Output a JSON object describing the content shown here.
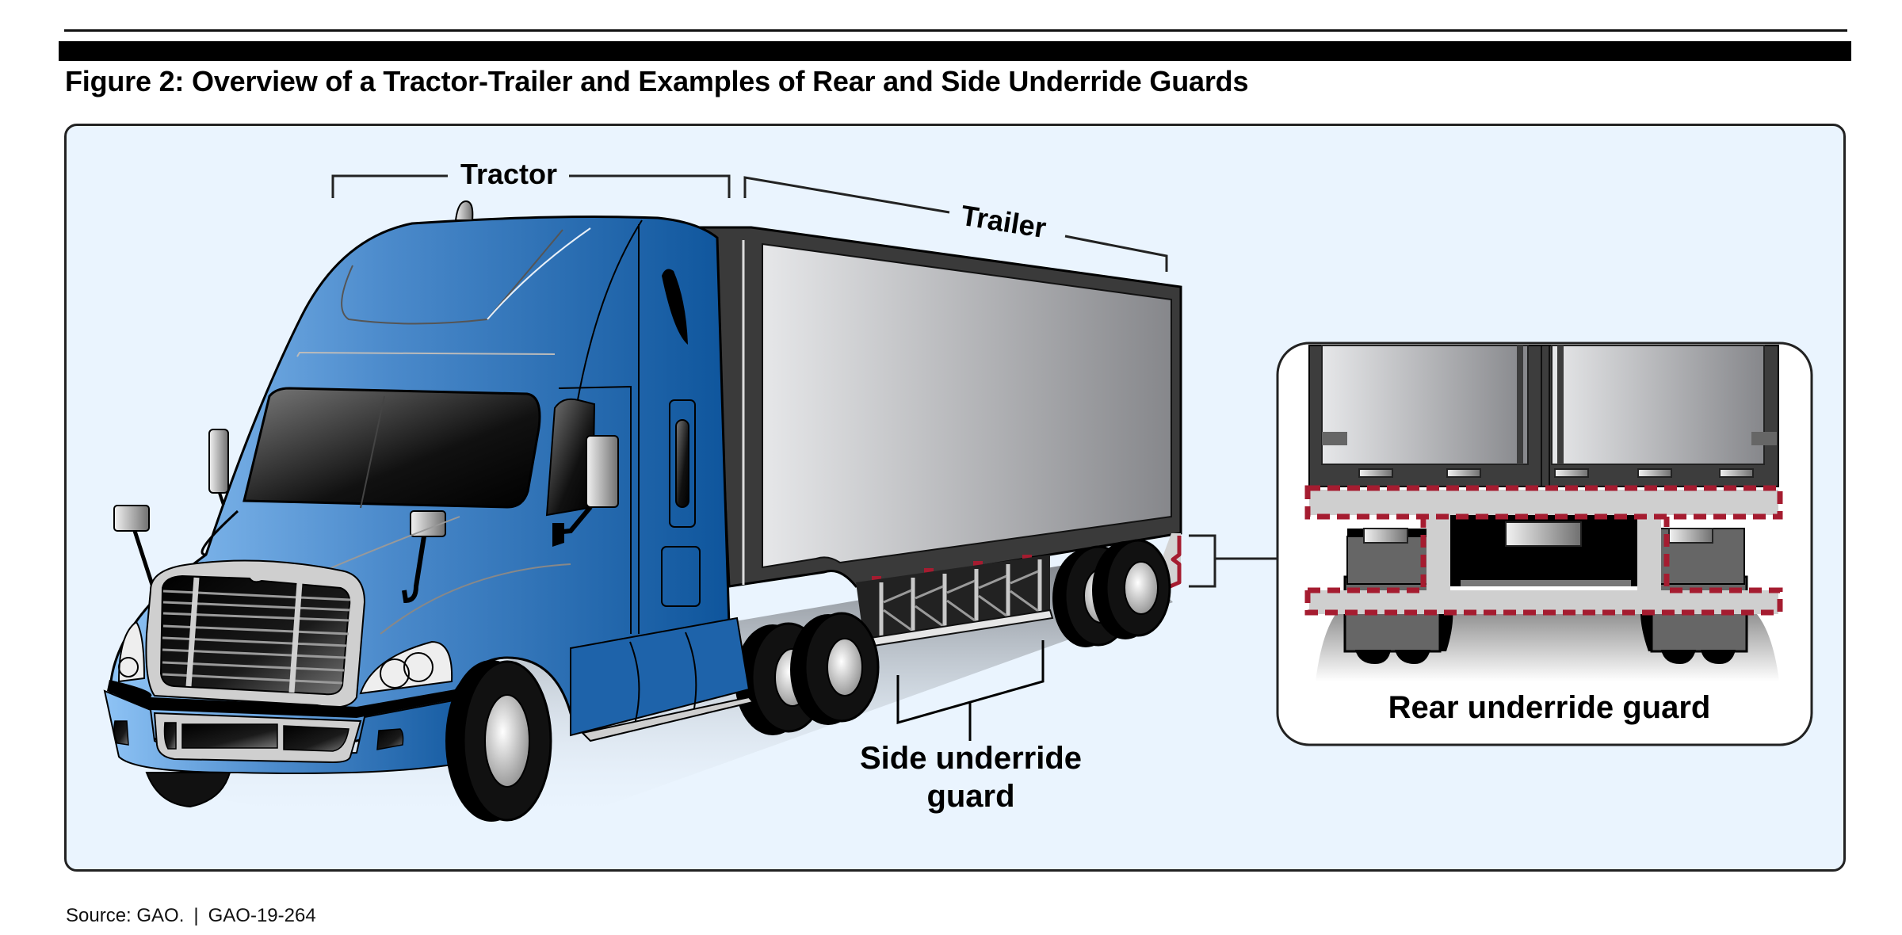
{
  "figure": {
    "title": "Figure 2: Overview of a Tractor-Trailer and Examples of Rear and Side Underride Guards"
  },
  "labels": {
    "tractor": "Tractor",
    "trailer": "Trailer",
    "side_guard_line1": "Side underride",
    "side_guard_line2": "guard",
    "rear_guard": "Rear underride guard"
  },
  "source": {
    "text": "Source: GAO.",
    "separator": "|",
    "report_id": "GAO-19-264"
  },
  "colors": {
    "panel_background": "#EAF4FE",
    "cab_blue": "#2A6EB3",
    "guard_highlight": "#A51C30",
    "trailer_gray": "#BDBEC0"
  }
}
